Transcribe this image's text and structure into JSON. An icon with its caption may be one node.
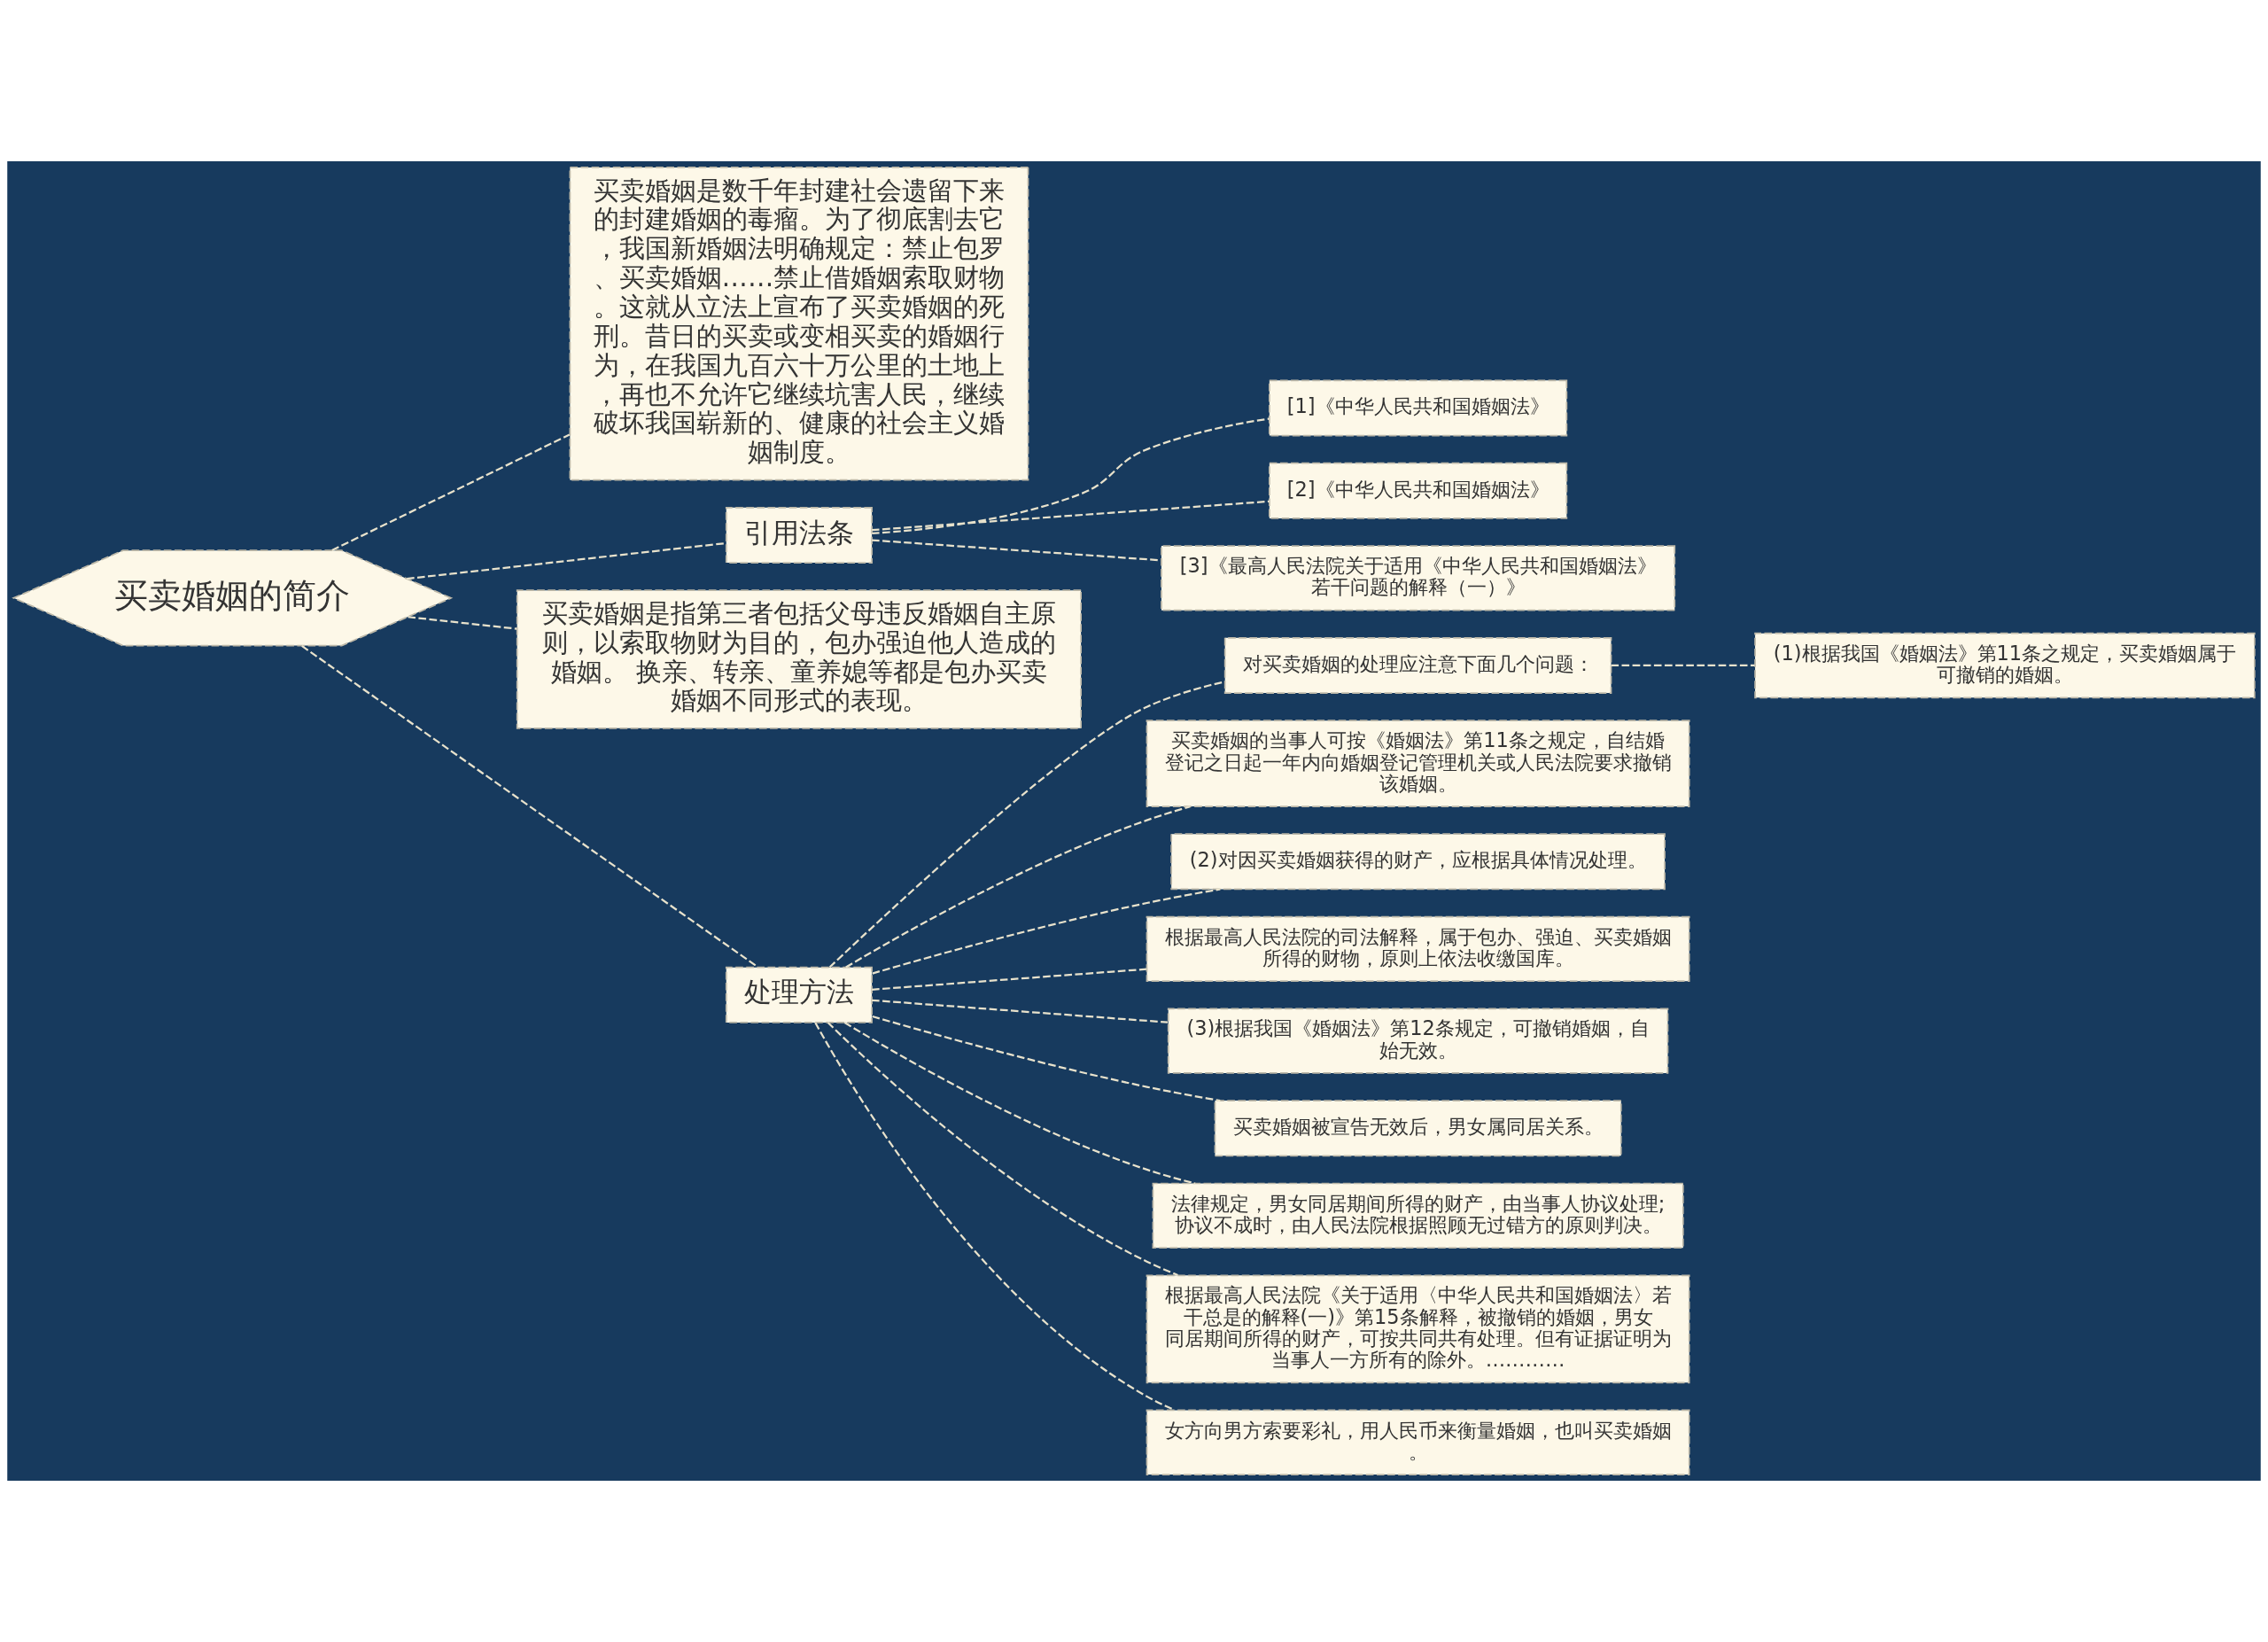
{
  "diagram": {
    "nodes": [
      {
        "text": [
          "买卖婚姻的简介"
        ]
      },
      {
        "text": [
          "买卖婚姻是数千年封建社会遗留下来的封建婚姻的毒瘤。为了彻底割去它，我国新婚姻法明确规定：禁止包罗、买卖婚姻……禁止借婚姻索取财物。这就从立法上宣布了买卖婚姻的死刑。昔日的买卖或变相买卖的婚姻行为，在我国九百六十万公里的土地上，再也不允许它继续坑害人民，继续破坏我国崭新的、健康的社会主义婚姻制度。"
        ]
      },
      {
        "text": [
          "引用法条"
        ]
      },
      {
        "text": [
          "[1]《中华人民共和国婚姻法》"
        ]
      },
      {
        "text": [
          "[2]《中华人民共和国婚姻法》"
        ]
      },
      {
        "text": [
          "[3]《最高人民法院关于适用《中华人民共和国婚姻法》若干问题的解释（一）》"
        ]
      },
      {
        "text": [
          "买卖婚姻是指第三者包括父母违反婚姻自主原则，以索取物财为目的，包办强迫他人造成的婚姻。 换亲、转亲、童养媳等都是包办买卖婚姻不同形式的表现。"
        ]
      },
      {
        "text": [
          "处理方法"
        ]
      },
      {
        "text": [
          "对买卖婚姻的处理应注意下面几个问题："
        ]
      },
      {
        "text": [
          "(1)根据我国《婚姻法》第11条之规定，买卖婚姻属于可撤销的婚姻。"
        ]
      },
      {
        "text": [
          "买卖婚姻的当事人可按《婚姻法》第11条之规定，自结婚登记之日起一年内向婚姻登记管理机关或人民法院要求撤销该婚姻。"
        ]
      },
      {
        "text": [
          "(2)对因买卖婚姻获得的财产，应根据具体情况处理。"
        ]
      },
      {
        "text": [
          "根据最高人民法院的司法解释，属于包办、强迫、买卖婚姻所得的财物，原则上依法收缴国库。"
        ]
      },
      {
        "text": [
          "(3)根据我国《婚姻法》第12条规定，可撤销婚姻，自始无效。"
        ]
      },
      {
        "text": [
          "买卖婚姻被宣告无效后，男女属同居关系。"
        ]
      },
      {
        "text": [
          "法律规定，男女同居期间所得的财产，由当事人协议处理;协议不成时，由人民法院根据照顾无过错方的原则判决。"
        ]
      },
      {
        "text": [
          "根据最高人民法院《关于适用〈中华人民共和国婚姻法〉若干总是的解释(一)》第15条解释，被撤销的婚姻，男女同居期间所得的财产，可按共同共有处理。但有证据证明为当事人一方所有的除外。…………"
        ]
      },
      {
        "text": [
          "女方向男方索要彩礼，用人民币来衡量婚姻，也叫买卖婚姻。"
        ]
      }
    ],
    "edges": [
      {
        "from": 0,
        "to": 1,
        "arrow": "none"
      },
      {
        "from": 0,
        "to": 2,
        "arrow": "none"
      },
      {
        "from": 2,
        "to": 3,
        "arrow": "none"
      },
      {
        "from": 2,
        "to": 4,
        "arrow": "none"
      },
      {
        "from": 2,
        "to": 5,
        "arrow": "none"
      },
      {
        "from": 0,
        "to": 6,
        "arrow": "none"
      },
      {
        "from": 0,
        "to": 7,
        "arrow": "none"
      },
      {
        "from": 7,
        "to": 8,
        "arrow": "none"
      },
      {
        "from": 8,
        "to": 9,
        "arrow": "none"
      },
      {
        "from": 7,
        "to": 10,
        "arrow": "none"
      },
      {
        "from": 7,
        "to": 11,
        "arrow": "none"
      },
      {
        "from": 7,
        "to": 12,
        "arrow": "none"
      },
      {
        "from": 7,
        "to": 13,
        "arrow": "none"
      },
      {
        "from": 7,
        "to": 14,
        "arrow": "none"
      },
      {
        "from": 7,
        "to": 15,
        "arrow": "none"
      },
      {
        "from": 7,
        "to": 16,
        "arrow": "none"
      },
      {
        "from": 7,
        "to": 17,
        "arrow": "none"
      }
    ]
  }
}
